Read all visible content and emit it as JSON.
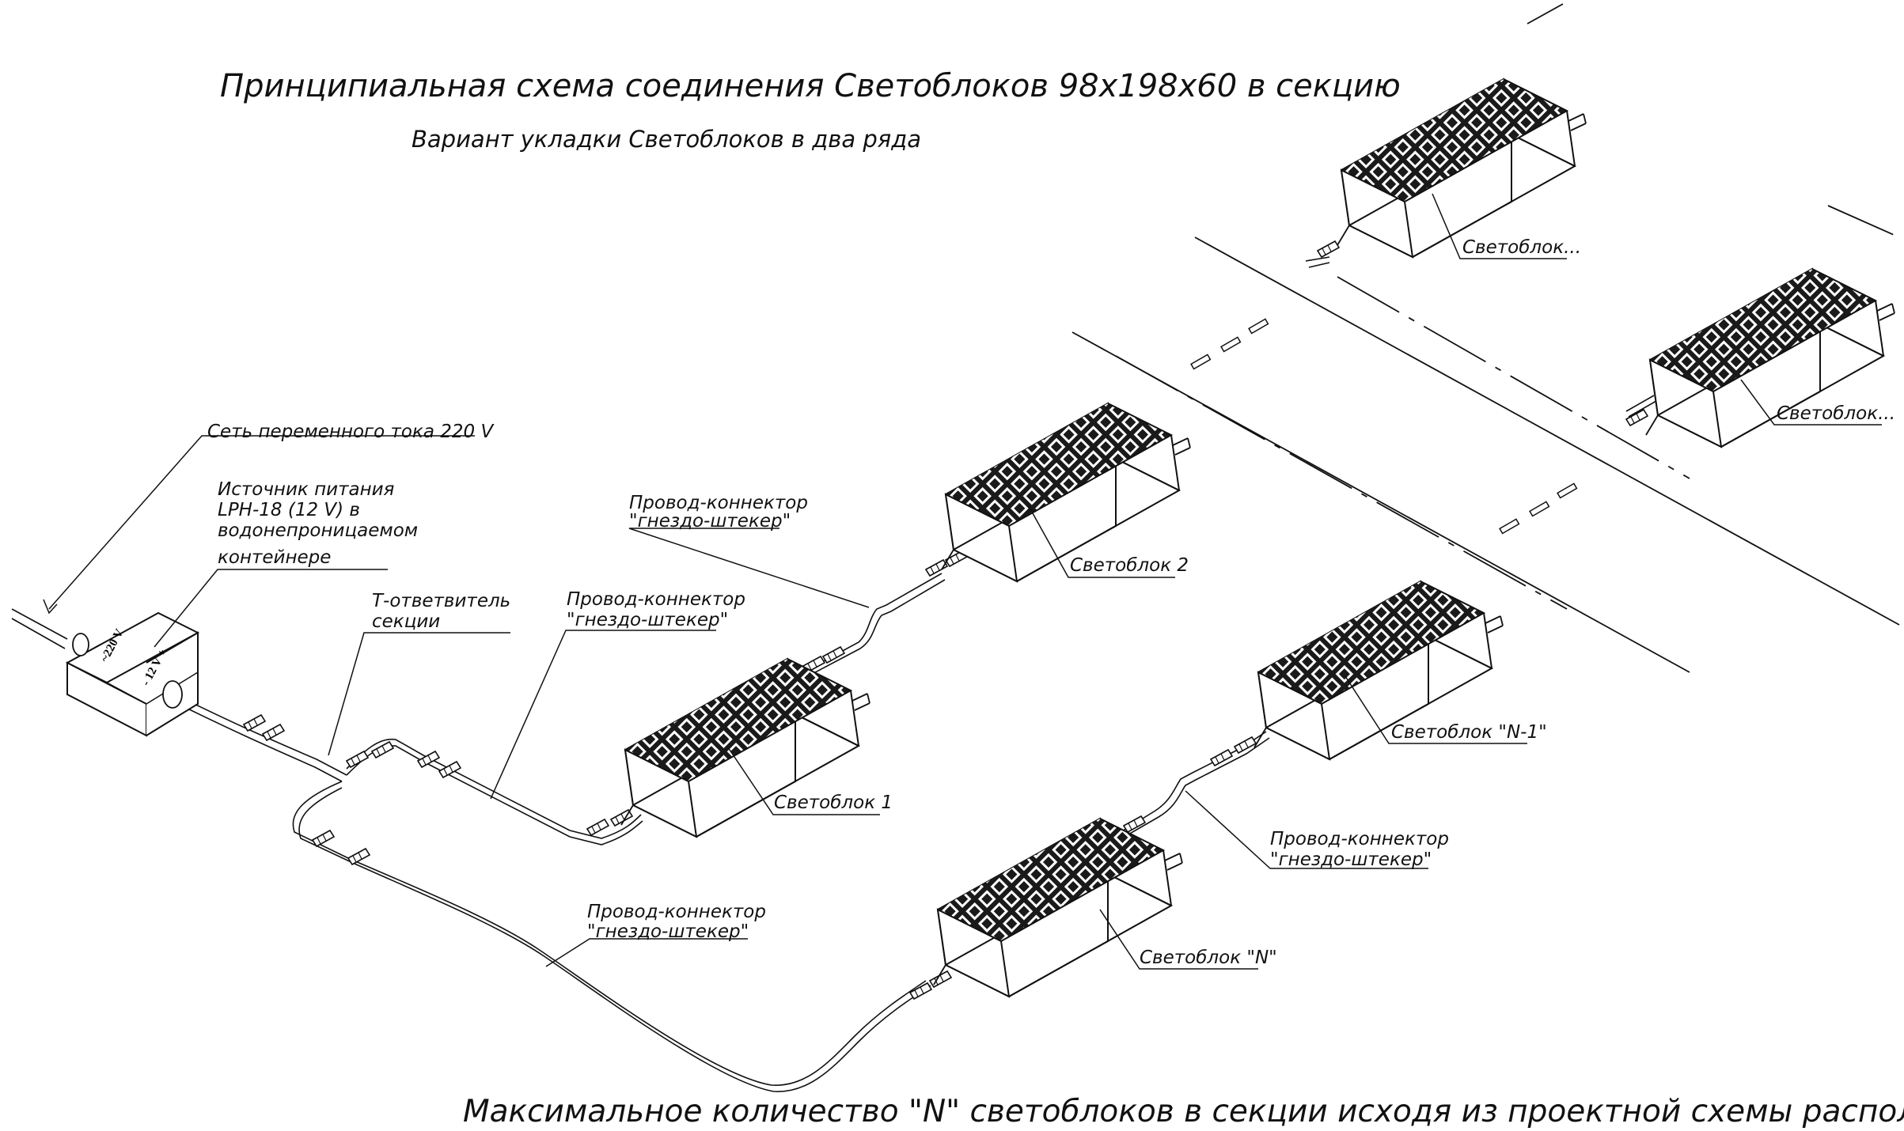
{
  "title": "Принципиальная схема соединения Светоблоков 98x198x60 в секцию",
  "subtitle": "Вариант укладки Светоблоков в два ряда",
  "footer": "Максимальное количество \"N\" светоблоков в секции исходя из проектной схемы расположения Светоблоков.",
  "power_source": {
    "ac_label": "~220 V",
    "dc_label": "- 12 V +"
  },
  "annotations": {
    "mains": "Сеть переменного тока 220 V",
    "supply_lines": [
      "Источник питания",
      "LPH-18 (12 V) в",
      "водонепроницаемом",
      "контейнере"
    ],
    "splitter_lines": [
      "Т-ответвитель",
      "секции"
    ],
    "wire_lines": [
      "Провод-коннектор",
      "\"гнездо-штекер\""
    ],
    "block_1": "Светоблок 1",
    "block_2": "Светоблок 2",
    "block_n1": "Светоблок \"N-1\"",
    "block_n": "Светоблок \"N\"",
    "block_more": "Светоблок..."
  },
  "colors": {
    "ink": "#111111",
    "background": "#ffffff"
  }
}
